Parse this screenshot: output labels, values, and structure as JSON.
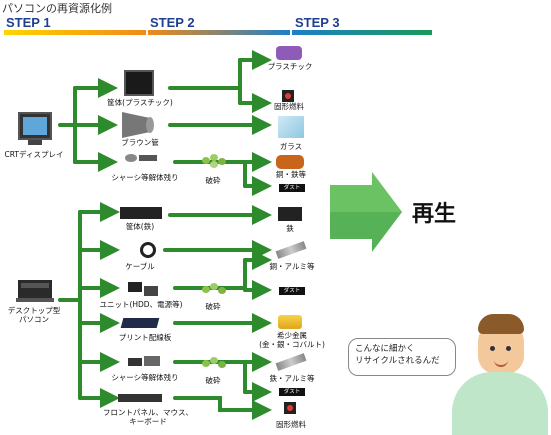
{
  "title": "パソコンの再資源化例",
  "steps": {
    "s1": "STEP 1",
    "s2": "STEP 2",
    "s3": "STEP 3"
  },
  "sources": {
    "crt": "CRTディスプレイ",
    "desktop": "デスクトップ型\nパソコン"
  },
  "crt_parts": {
    "case": "筐体(プラスチック)",
    "tube": "ブラウン管",
    "chassis": "シャーシ等解体残り"
  },
  "desktop_parts": {
    "case": "筐体(鉄)",
    "cable": "ケーブル",
    "unit": "ユニット(HDD、電源等)",
    "board": "プリント配線板",
    "chassis": "シャーシ等解体残り",
    "front": "フロントパネル、マウス、\nキーボード"
  },
  "process": {
    "crush1": "破砕",
    "crush2": "破砕",
    "crush3": "破砕"
  },
  "outputs": {
    "plastic": "プラスチック",
    "solidfuel1": "固形燃料",
    "glass": "ガラス",
    "copper_iron": "銅・鉄等",
    "dust1": "ダスト",
    "iron": "鉄",
    "copper_alu": "銅・アルミ等",
    "dust2": "ダスト",
    "rare_metal": "希少金属\n(金・銀・コバルト)",
    "iron_alu": "鉄・アルミ等",
    "dust3": "ダスト",
    "solidfuel2": "固形燃料"
  },
  "result": "再生",
  "speech": "こんなに細かく\nリサイクルされるんだ",
  "colors": {
    "arrow": "#2d8a2d",
    "step1": "#f39a1c",
    "step2": "#1e7fc8",
    "step3": "#1a9a5a"
  }
}
